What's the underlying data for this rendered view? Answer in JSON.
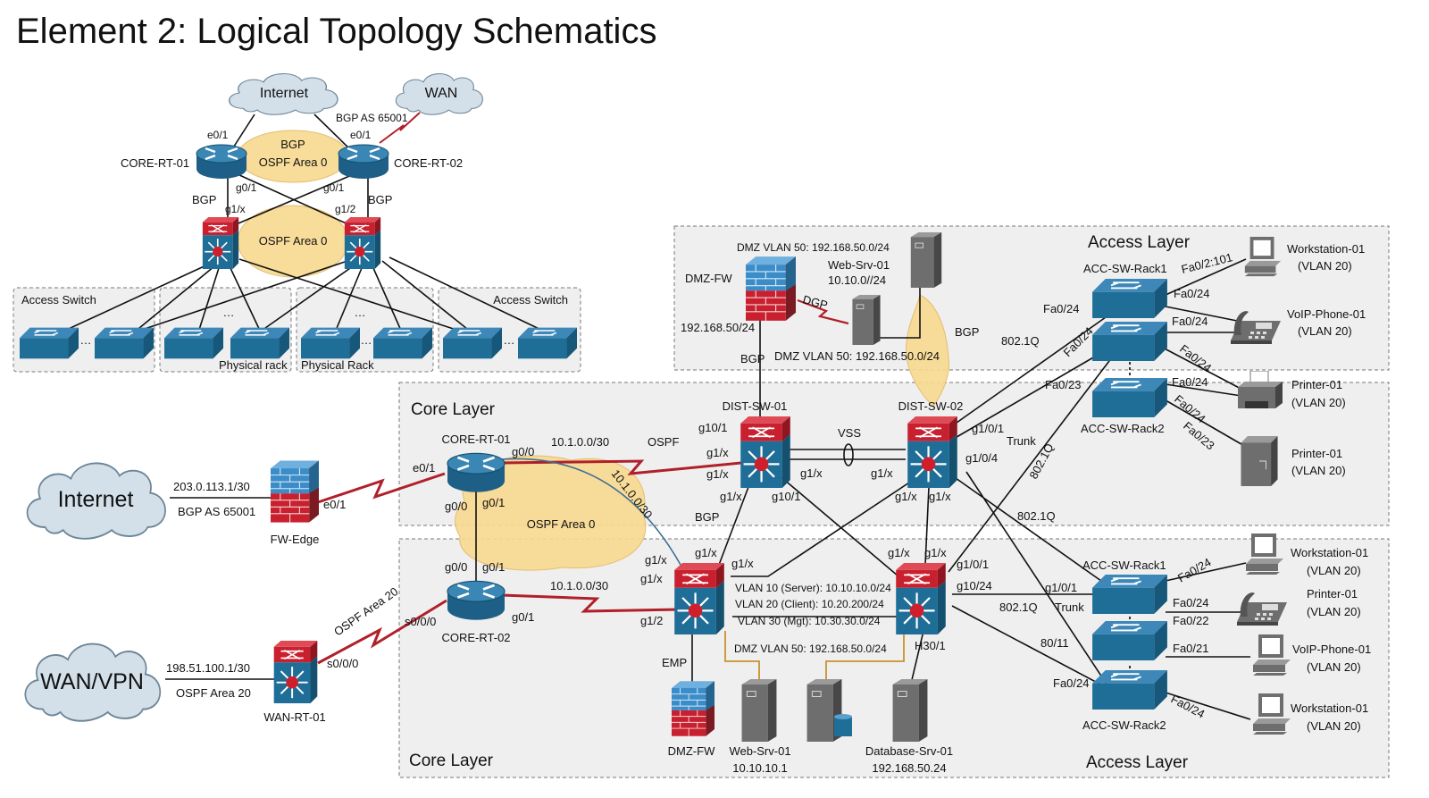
{
  "title": "Element 2: Logical Topology Schematics",
  "colors": {
    "router": "#1f6e98",
    "l3_top": "#c8202f",
    "firewall_top": "#3b8dc9",
    "firewall_bottom": "#c8202f",
    "serial_link": "#b0202a",
    "area": "#f8d98f",
    "server": "#6e6e6e",
    "cloud": "#d3e0ea"
  },
  "ov": {
    "t": [
      "Internet",
      "WAN",
      "BGP AS 65001",
      "e0/1",
      "e0/1",
      "BGP",
      "OSPF Area 0",
      "CORE-RT-01",
      "CORE-RT-02",
      "g0/1",
      "g0/1",
      "BGP",
      "BGP",
      "g1/x",
      "g1/2",
      "OSPF Area 0",
      "Access Switch",
      "Access Switch",
      "Physical rack",
      "Physical Rack",
      "…"
    ]
  },
  "m": {
    "t": [
      "Internet",
      "203.0.113.1/30",
      "BGP AS 65001",
      "FW-Edge",
      "e0/1",
      "e0/1",
      "CORE-RT-01",
      "g0/0",
      "10.1.0.0/30",
      "OSPF",
      "10.1.0.0/30",
      "g0/0",
      "g0/1",
      "OSPF Area 0",
      "BGP",
      "Core Layer",
      "g0/0",
      "g0/1",
      "CORE-RT-02",
      "10.1.0.0/30",
      "g0/1",
      "s0/0/0",
      "OSPF Area 20",
      "s0/0/0",
      "WAN/VPN",
      "198.51.100.1/30",
      "OSPF Area 20",
      "WAN-RT-01",
      "Core Layer",
      "DMZ VLAN 50: 192.168.50.0/24",
      "DMZ-FW",
      "Web-Srv-01",
      "10.10.0//24",
      "DGP",
      "192.168.50/24",
      "BGP",
      "DMZ VLAN 50: 192.168.50.0/24",
      "BGP",
      "Access Layer",
      "DIST-SW-01",
      "DIST-SW-02",
      "g10/1",
      "g1/x",
      "g1/x",
      "VSS",
      "g1/x",
      "g1/x",
      "g1/x",
      "g10/1",
      "g1/x",
      "g1/x",
      "g1/0/1",
      "Trunk",
      "g1/0/4",
      "802.1Q",
      "802.1Q",
      "802.1Q",
      "ACC-SW-Rack1",
      "Fa0/2:101",
      "Fa0/24",
      "Fa0/24",
      "Fa0/24",
      "Fa0/24",
      "Fa0/23",
      "Fa0/24",
      "Fa0/24",
      "Fa0/24",
      "Fa0/23",
      "ACC-SW-Rack2",
      "Workstation-01",
      "(VLAN 20)",
      "VoIP-Phone-01",
      "(VLAN 20)",
      "Printer-01",
      "(VLAN 20)",
      "Printer-01",
      "(VLAN 20)",
      "g1/x",
      "g1/x",
      "g1/x",
      "g1/x",
      "g1/2",
      "VLAN 10 (Server): 10.10.10.0/24",
      "VLAN 20 (Client): 10.20.200/24",
      "VLAN 30 (Mgt): 10.30.30.0/24",
      "DMZ VLAN 50: 192.168.50.0/24",
      "g1/x",
      "g1/x",
      "g1/0/1",
      "g10/24",
      "H30/1",
      "EMP",
      "DMZ-FW",
      "Web-Srv-01",
      "10.10.10.1",
      "Database-Srv-01",
      "192.168.50.24",
      "ACC-SW-Rack1",
      "g1/0/1",
      "802.1Q",
      "Trunk",
      "80/11",
      "Fa0/24",
      "Fa0/24",
      "Fa0/22",
      "Fa0/21",
      "Fa0/24",
      "Fa0/24",
      "ACC-SW-Rack2",
      "Access Layer",
      "Workstation-01",
      "(VLAN 20)",
      "Printer-01",
      "(VLAN 20)",
      "VoIP-Phone-01",
      "(VLAN 20)",
      "Workstation-01",
      "(VLAN 20)"
    ]
  }
}
